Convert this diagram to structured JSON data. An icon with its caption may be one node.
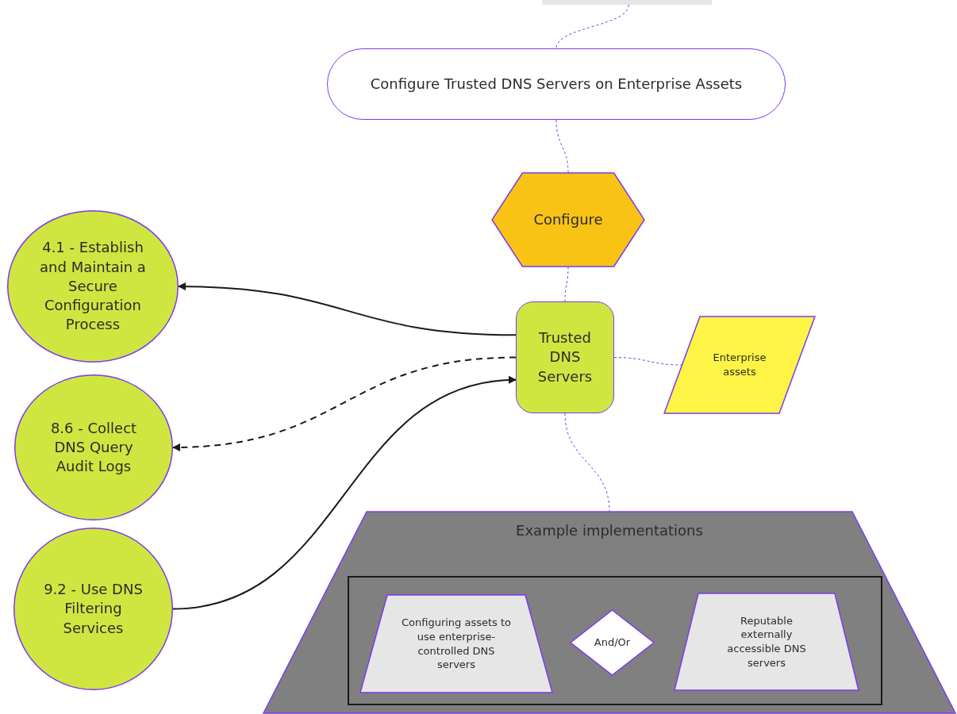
{
  "diagram": {
    "nodes": [
      {
        "text": [],
        "shape": "box"
      },
      {
        "text": [
          "Configure Trusted DNS Servers on Enterprise Assets"
        ]
      },
      {
        "text": [
          "Configure"
        ]
      },
      {
        "text": [
          "Trusted DNS Servers"
        ]
      },
      {
        "text": [
          "Enterprise assets"
        ]
      },
      {
        "text": [
          "4.1 - Establish and Maintain a Secure Configuration Process"
        ]
      },
      {
        "text": [
          "8.6 - Collect DNS Query Audit Logs"
        ]
      },
      {
        "text": [
          "9.2 - Use DNS Filtering Services"
        ]
      },
      {
        "text": [
          "Example implementations"
        ]
      },
      {
        "text": [],
        "shape": "box",
        "in": 8
      },
      {
        "text": [
          "Configuring assets to use enterprise-controlled DNS servers"
        ],
        "in": 9
      },
      {
        "text": [
          "And/Or"
        ],
        "in": 9
      },
      {
        "text": [
          "Reputable externally accessible DNS servers"
        ],
        "in": 9
      }
    ],
    "edges": [
      {
        "from": 0,
        "to": 1,
        "arrow": "none",
        "style": "dashed"
      },
      {
        "from": 1,
        "to": 2,
        "arrow": "none",
        "style": "dashed"
      },
      {
        "from": 2,
        "to": 3,
        "arrow": "none",
        "style": "dashed"
      },
      {
        "from": 3,
        "to": 4,
        "arrow": "none",
        "style": "dashed"
      },
      {
        "from": 3,
        "to": 8,
        "arrow": "none",
        "style": "dashed"
      },
      {
        "from": 3,
        "to": 5,
        "arrow": "to",
        "color": "#1a1a1a"
      },
      {
        "from": 3,
        "to": 6,
        "arrow": "to",
        "style": "dashed",
        "color": "#1a1a1a"
      },
      {
        "from": 7,
        "to": 3,
        "arrow": "to",
        "color": "#1a1a1a"
      }
    ]
  }
}
